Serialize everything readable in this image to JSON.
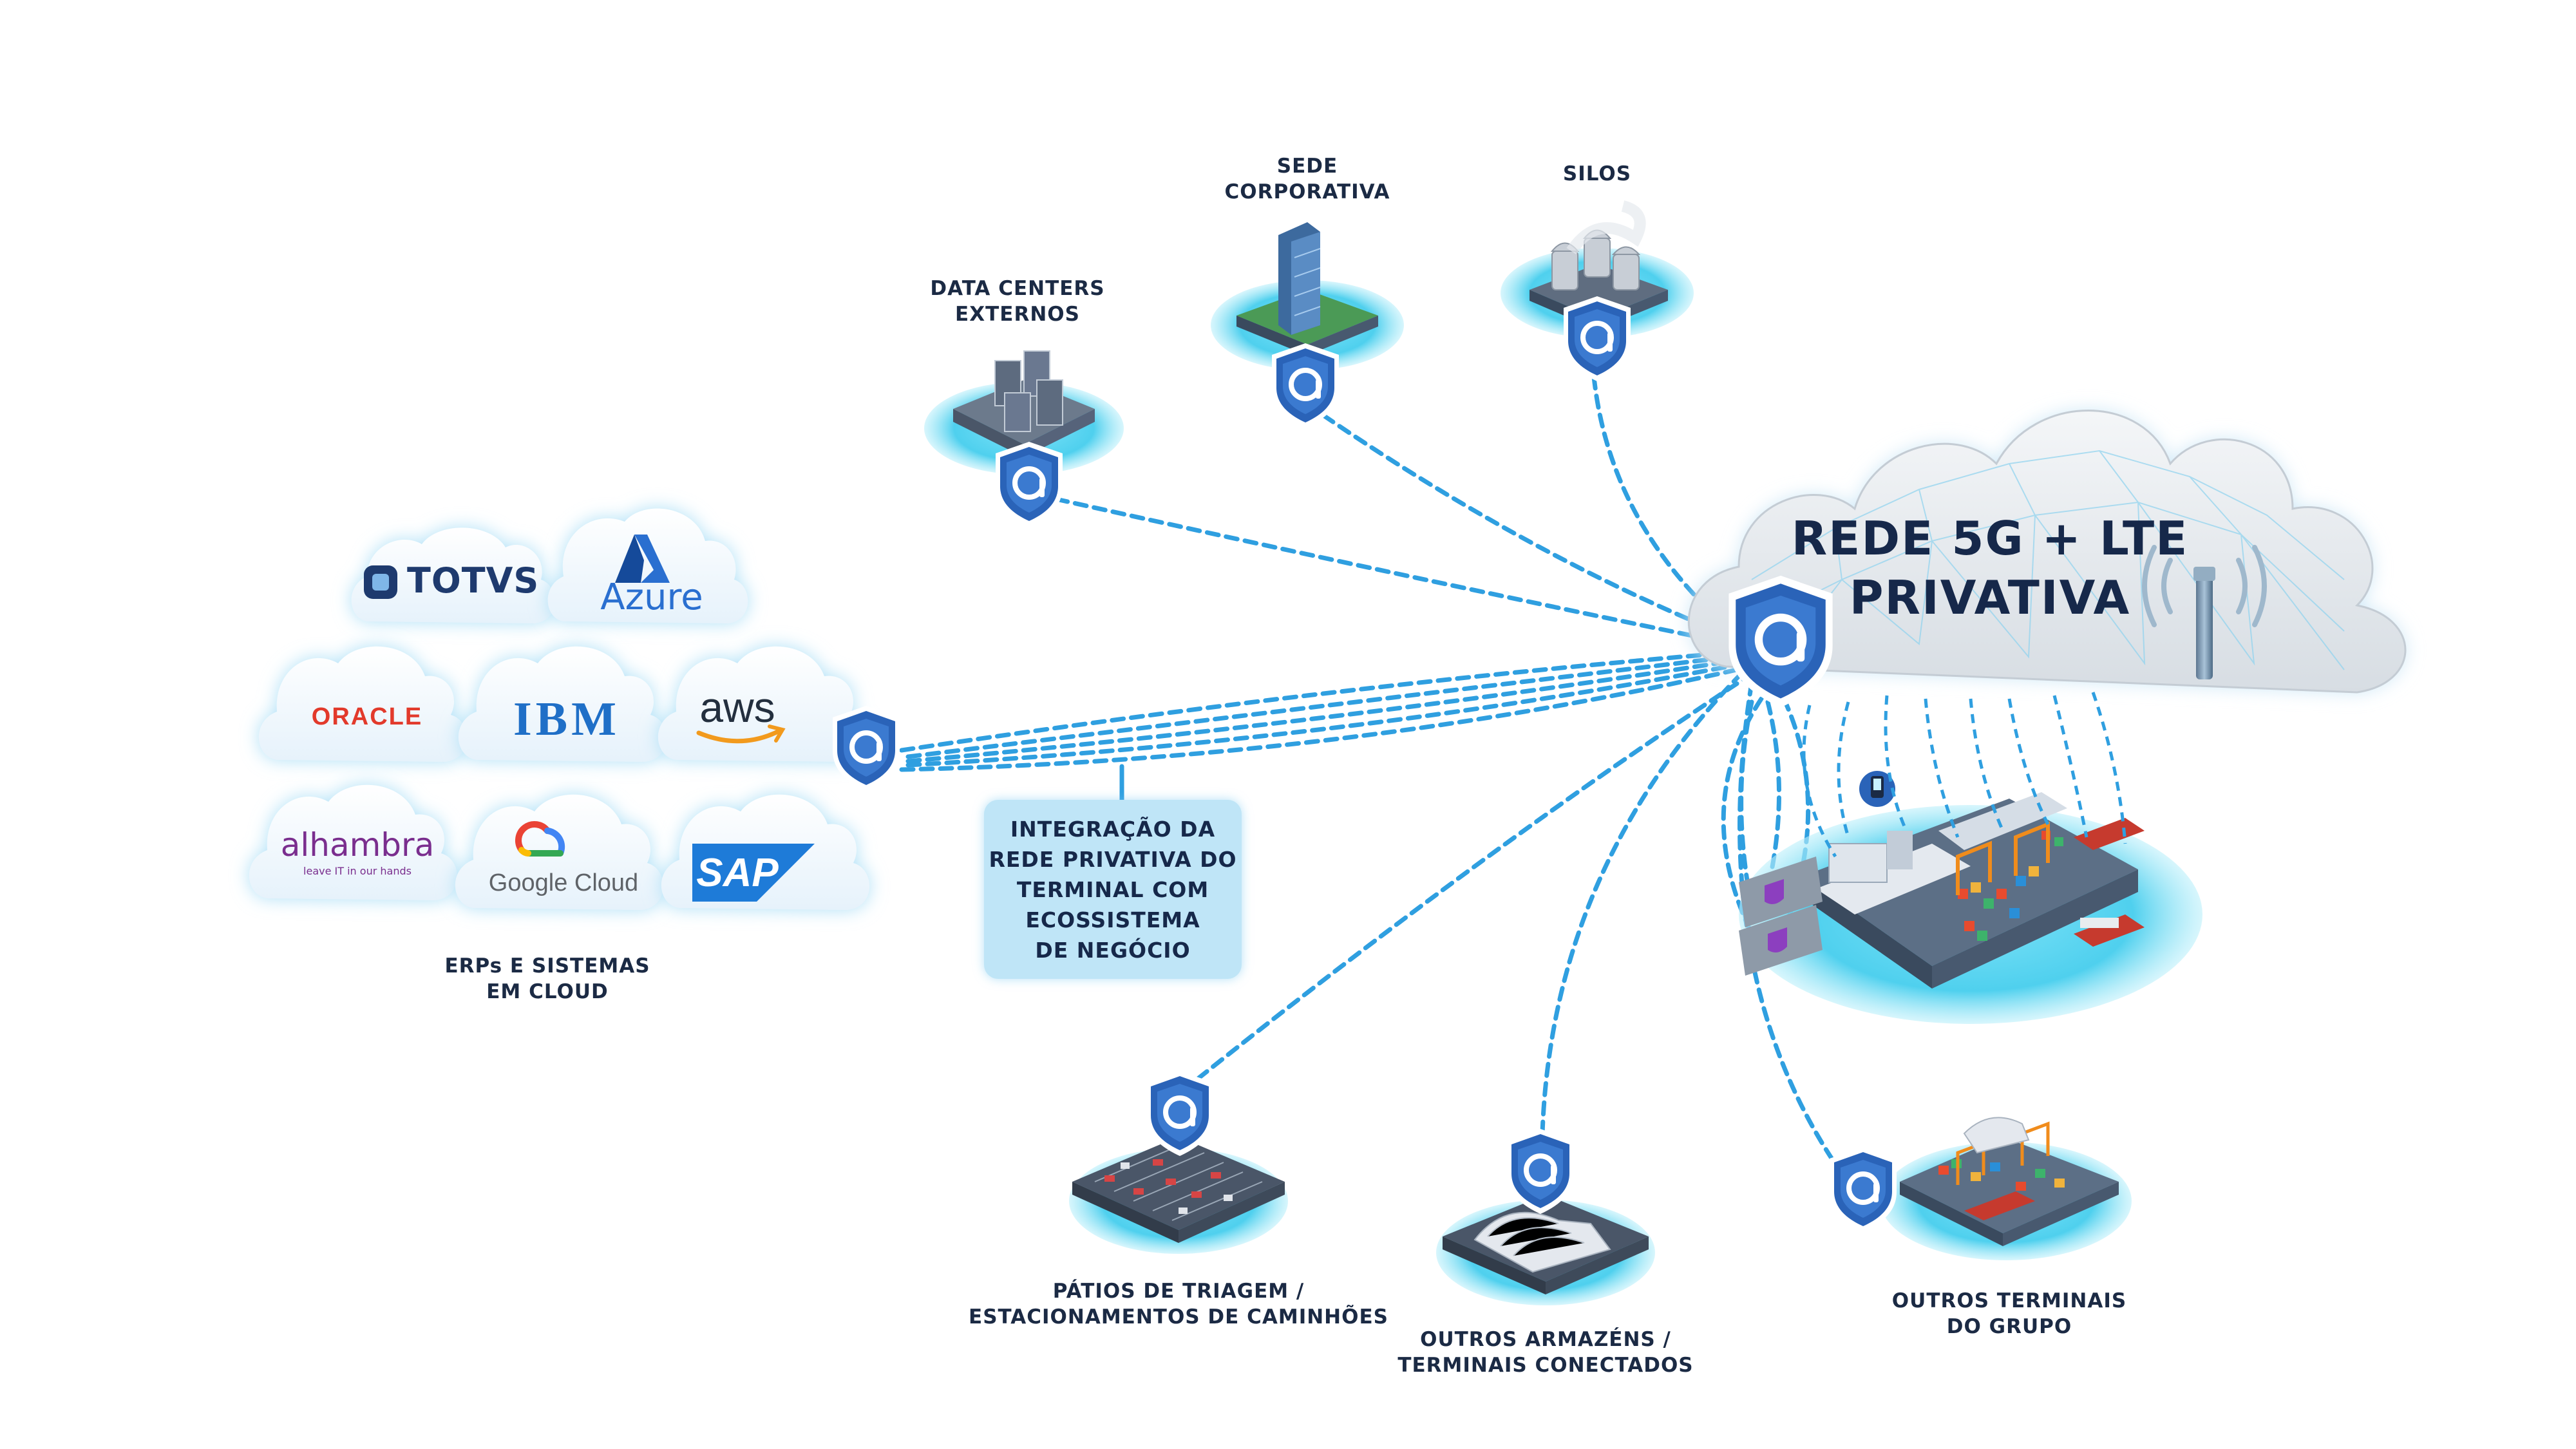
{
  "cloud_title": [
    "REDE 5G + LTE",
    "PRIVATIVA"
  ],
  "integration_box": [
    "INTEGRAÇÃO DA",
    "REDE PRIVATIVA DO",
    "TERMINAL COM",
    "ECOSSISTEMA",
    "DE NEGÓCIO"
  ],
  "nodes": {
    "data_centers": [
      "DATA CENTERS",
      "EXTERNOS"
    ],
    "sede": [
      "SEDE",
      "CORPORATIVA"
    ],
    "silos": [
      "SILOS"
    ],
    "patios": [
      "PÁTIOS DE TRIAGEM /",
      "ESTACIONAMENTOS DE CAMINHÕES"
    ],
    "armazens": [
      "OUTROS ARMAZÉNS /",
      "TERMINAIS CONECTADOS"
    ],
    "terminais": [
      "OUTROS TERMINAIS",
      "DO GRUPO"
    ],
    "erps": [
      "ERPs E SISTEMAS",
      "EM CLOUD"
    ]
  },
  "logos": {
    "totvs": "TOTVS",
    "azure": "Azure",
    "oracle": "ORACLE",
    "ibm": "IBM",
    "aws": "aws",
    "alhambra": "alhambra",
    "alhambra_tagline": "leave IT in our hands",
    "google_cloud": "Google Cloud",
    "sap": "SAP"
  },
  "colors": {
    "accent": "#2f9fe0",
    "shield": "#2a63b8",
    "dark_text": "#16284a",
    "platform": "#4fd0ee",
    "box_fill": "#bfe5f7"
  },
  "icons": {
    "shield": "shield-a-icon",
    "antenna": "antenna-tower-icon"
  }
}
